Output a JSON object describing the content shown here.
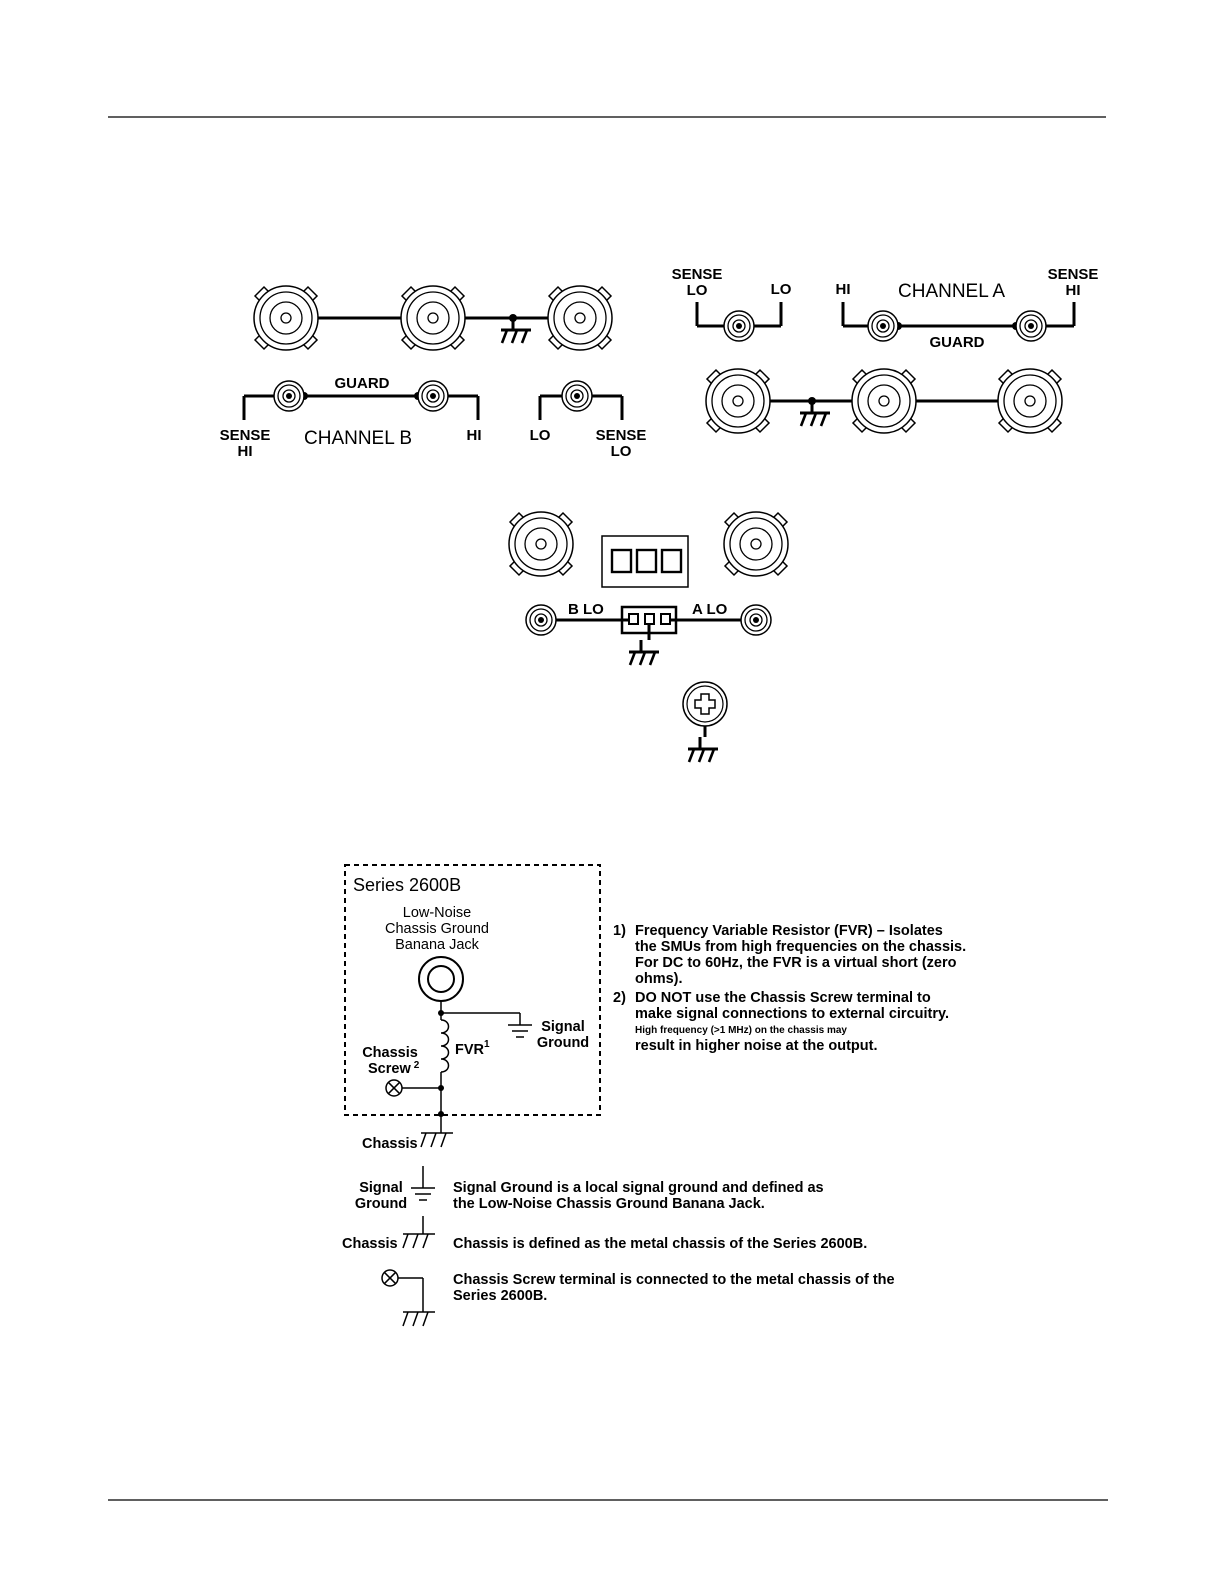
{
  "channel_b": {
    "guard": "GUARD",
    "sense_hi_line1": "SENSE",
    "sense_hi_line2": "HI",
    "title": "CHANNEL  B",
    "hi": "HI",
    "lo": "LO",
    "sense_lo_line1": "SENSE",
    "sense_lo_line2": "LO"
  },
  "channel_a": {
    "sense_lo_line1": "SENSE",
    "sense_lo_line2": "LO",
    "lo": "LO",
    "hi": "HI",
    "title": "CHANNEL  A",
    "sense_hi_line1": "SENSE",
    "sense_hi_line2": "HI",
    "guard": "GUARD"
  },
  "lo_panel": {
    "b_lo": "B  LO",
    "a_lo": "A  LO"
  },
  "schematic": {
    "box_title": "Series 2600B",
    "jack_line1": "Low-Noise",
    "jack_line2": "Chassis Ground",
    "jack_line3": "Banana Jack",
    "signal_line1": "Signal",
    "signal_line2": "Ground",
    "fvr": "FVR",
    "fvr_sup": "1",
    "screw_line1": "Chassis",
    "screw_line2": "Screw",
    "screw_sup": "2",
    "chassis": "Chassis"
  },
  "notes": {
    "n1_num": "1)",
    "n1_l1": "Frequency Variable Resistor (FVR) – Isolates",
    "n1_l2": "the SMUs from high frequencies on the chassis.",
    "n1_l3": "For DC to 60Hz, the FVR is a virtual short (zero",
    "n1_l4": "ohms).",
    "n2_num": "2)",
    "n2_l1": "DO NOT use the Chassis Screw terminal to",
    "n2_l2": "make signal connections to external circuitry.",
    "n2_l3": "High frequency (>1 MHz) on the chassis may",
    "n2_l4": "result in higher noise at the output."
  },
  "legend": {
    "sg_line1": "Signal",
    "sg_line2": "Ground",
    "sg_desc1": "Signal Ground is a local signal ground and defined as",
    "sg_desc2": "the Low-Noise Chassis Ground Banana Jack.",
    "ch_label": "Chassis",
    "ch_desc": "Chassis is defined as the metal chassis of the Series 2600B.",
    "screw_desc1": "Chassis Screw terminal is connected to the metal chassis of the",
    "screw_desc2": "Series 2600B."
  }
}
